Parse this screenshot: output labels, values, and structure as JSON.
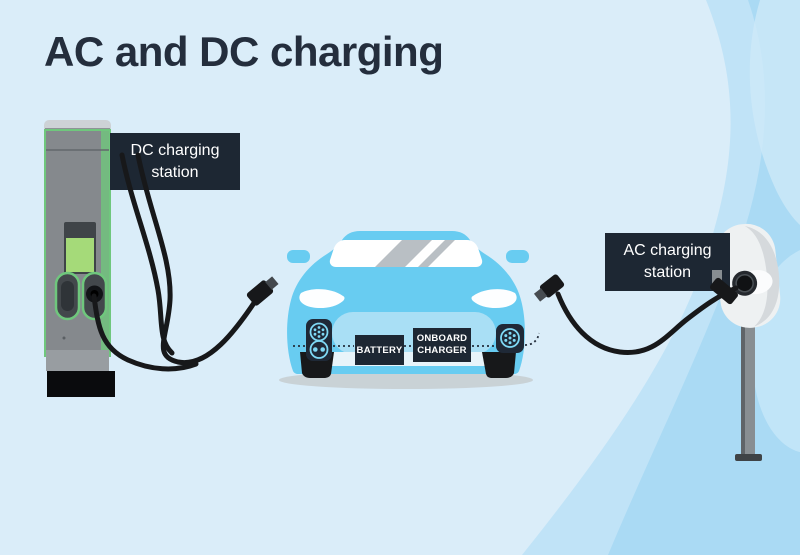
{
  "title": "AC and DC charging",
  "labels": {
    "dc_station": "DC charging station",
    "ac_station": "AC charging station",
    "battery": "BATTERY",
    "onboard_charger": "ONBOARD CHARGER"
  },
  "icons": [
    "dc-charging-station-icon",
    "ac-wallbox-station-icon",
    "dc-plug-icon",
    "ac-plug-icon",
    "ccs-charge-port-icon",
    "type2-charge-port-icon",
    "station-screen-icon",
    "station-socket-icon"
  ],
  "colors": {
    "background": "#daedf9",
    "ribbon_mid": "#c0e3f7",
    "ribbon_dark": "#aadaf4",
    "title_text": "#242e3d",
    "label_background": "#1d2733",
    "label_text": "#ffffff",
    "car_body": "#68ccf1",
    "car_bumper_recess": "#a9dff5",
    "windshield": "#ffffff",
    "windshield_stripe": "#b9bfc4",
    "station_gray": "#85898d",
    "station_green_trim": "#6fc77d",
    "screen_green": "#a5da79",
    "cable_black": "#17181a",
    "port_accent_blue": "#7fd9f5",
    "ac_unit_white": "#eef1f2",
    "pole_gray": "#888e92",
    "shadow_gray": "#c6ccd0"
  }
}
